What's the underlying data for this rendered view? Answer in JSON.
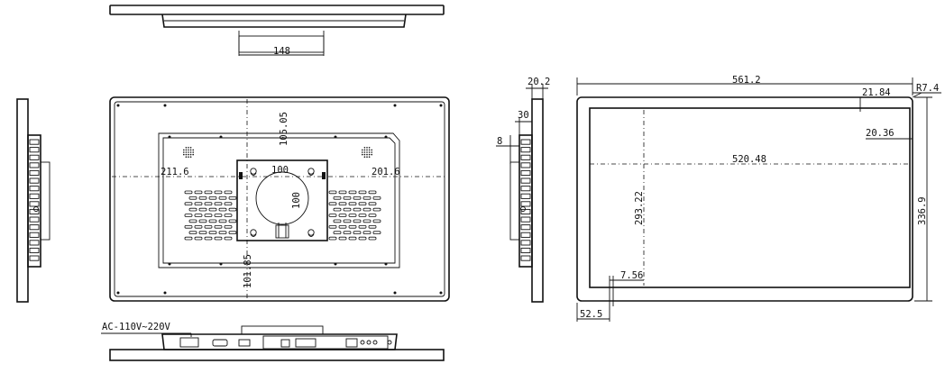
{
  "drawing": {
    "top_view": {
      "mount_width": "148"
    },
    "rear_view": {
      "left_offset": "211.6",
      "right_offset": "201.6",
      "top_offset": "105.05",
      "bottom_offset": "101.85",
      "vesa_horizontal": "100",
      "vesa_vertical": "100"
    },
    "side_view": {
      "depth_total": "20.2",
      "depth_mid": "30",
      "depth_small": "8"
    },
    "front_view": {
      "overall_width": "561.2",
      "corner_radius": "R7.4",
      "top_bezel": "21.84",
      "right_bezel": "20.36",
      "screen_width": "520.48",
      "screen_height": "293.22",
      "overall_height": "336.9",
      "bottom_bezel": "7.56",
      "left_bezel": "52.5"
    },
    "bottom_view": {
      "power_label": "AC-110V~220V"
    }
  }
}
